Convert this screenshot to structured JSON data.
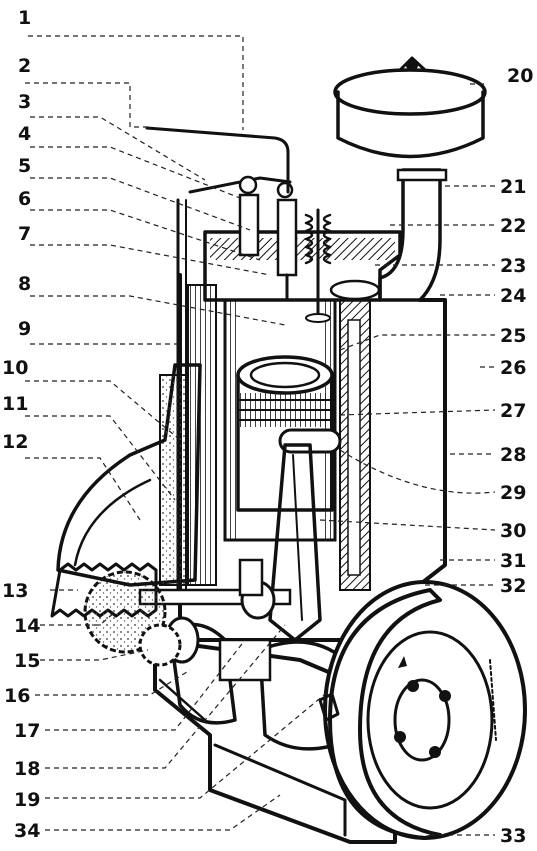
{
  "diagram": {
    "subject_icon": "engine-cutaway-icon",
    "callouts": [
      {
        "id": "c1",
        "label": "1"
      },
      {
        "id": "c2",
        "label": "2"
      },
      {
        "id": "c3",
        "label": "3"
      },
      {
        "id": "c4",
        "label": "4"
      },
      {
        "id": "c5",
        "label": "5"
      },
      {
        "id": "c6",
        "label": "6"
      },
      {
        "id": "c7",
        "label": "7"
      },
      {
        "id": "c8",
        "label": "8"
      },
      {
        "id": "c9",
        "label": "9"
      },
      {
        "id": "c10",
        "label": "10"
      },
      {
        "id": "c11",
        "label": "11"
      },
      {
        "id": "c12",
        "label": "12"
      },
      {
        "id": "c13",
        "label": "13"
      },
      {
        "id": "c14",
        "label": "14"
      },
      {
        "id": "c15",
        "label": "15"
      },
      {
        "id": "c16",
        "label": "16"
      },
      {
        "id": "c17",
        "label": "17"
      },
      {
        "id": "c18",
        "label": "18"
      },
      {
        "id": "c19",
        "label": "19"
      },
      {
        "id": "c20",
        "label": "20"
      },
      {
        "id": "c21",
        "label": "21"
      },
      {
        "id": "c22",
        "label": "22"
      },
      {
        "id": "c23",
        "label": "23"
      },
      {
        "id": "c24",
        "label": "24"
      },
      {
        "id": "c25",
        "label": "25"
      },
      {
        "id": "c26",
        "label": "26"
      },
      {
        "id": "c27",
        "label": "27"
      },
      {
        "id": "c28",
        "label": "28"
      },
      {
        "id": "c29",
        "label": "29"
      },
      {
        "id": "c30",
        "label": "30"
      },
      {
        "id": "c31",
        "label": "31"
      },
      {
        "id": "c32",
        "label": "32"
      },
      {
        "id": "c33",
        "label": "33"
      },
      {
        "id": "c34",
        "label": "34"
      }
    ]
  }
}
